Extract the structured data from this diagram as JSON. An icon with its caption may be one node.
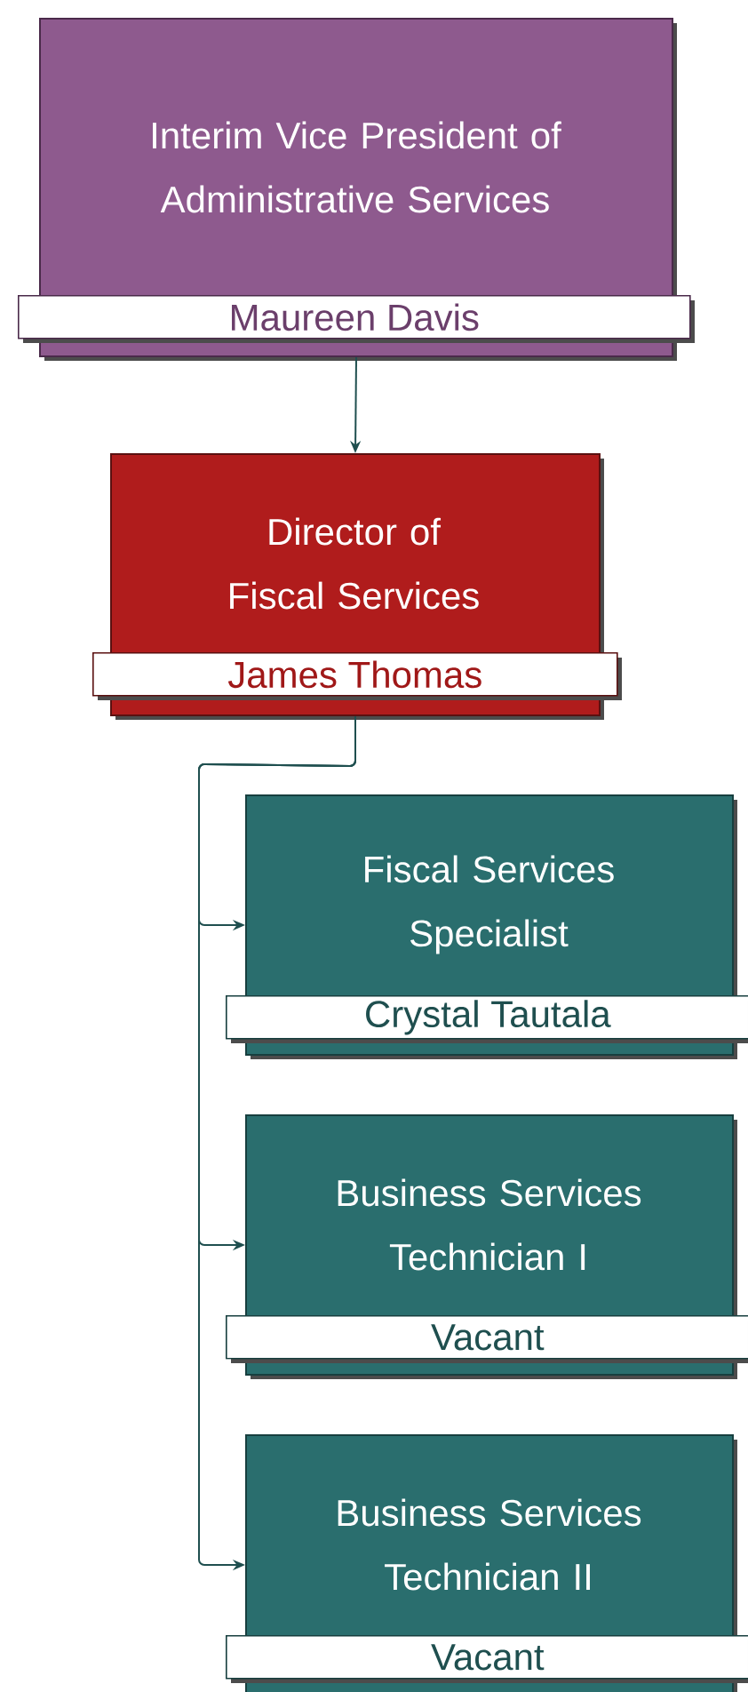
{
  "diagram": {
    "nodes": [
      {
        "text": [
          "Interim Vice President of Administrative Services",
          "Maureen Davis"
        ]
      },
      {
        "text": [
          "Director of Fiscal Services",
          "James Thomas"
        ]
      },
      {
        "text": [
          "Fiscal Services Specialist",
          "Crystal Tautala"
        ]
      },
      {
        "text": [
          "Business Services Technician I",
          "Vacant"
        ]
      },
      {
        "text": [
          "Business Services Technician II",
          "Vacant"
        ]
      }
    ],
    "edges": [
      {
        "from": 0,
        "to": 1,
        "arrow": "to"
      },
      {
        "from": 1,
        "to": 2,
        "arrow": "to"
      },
      {
        "from": 1,
        "to": 3,
        "arrow": "to"
      },
      {
        "from": 1,
        "to": 4,
        "arrow": "to"
      }
    ]
  }
}
